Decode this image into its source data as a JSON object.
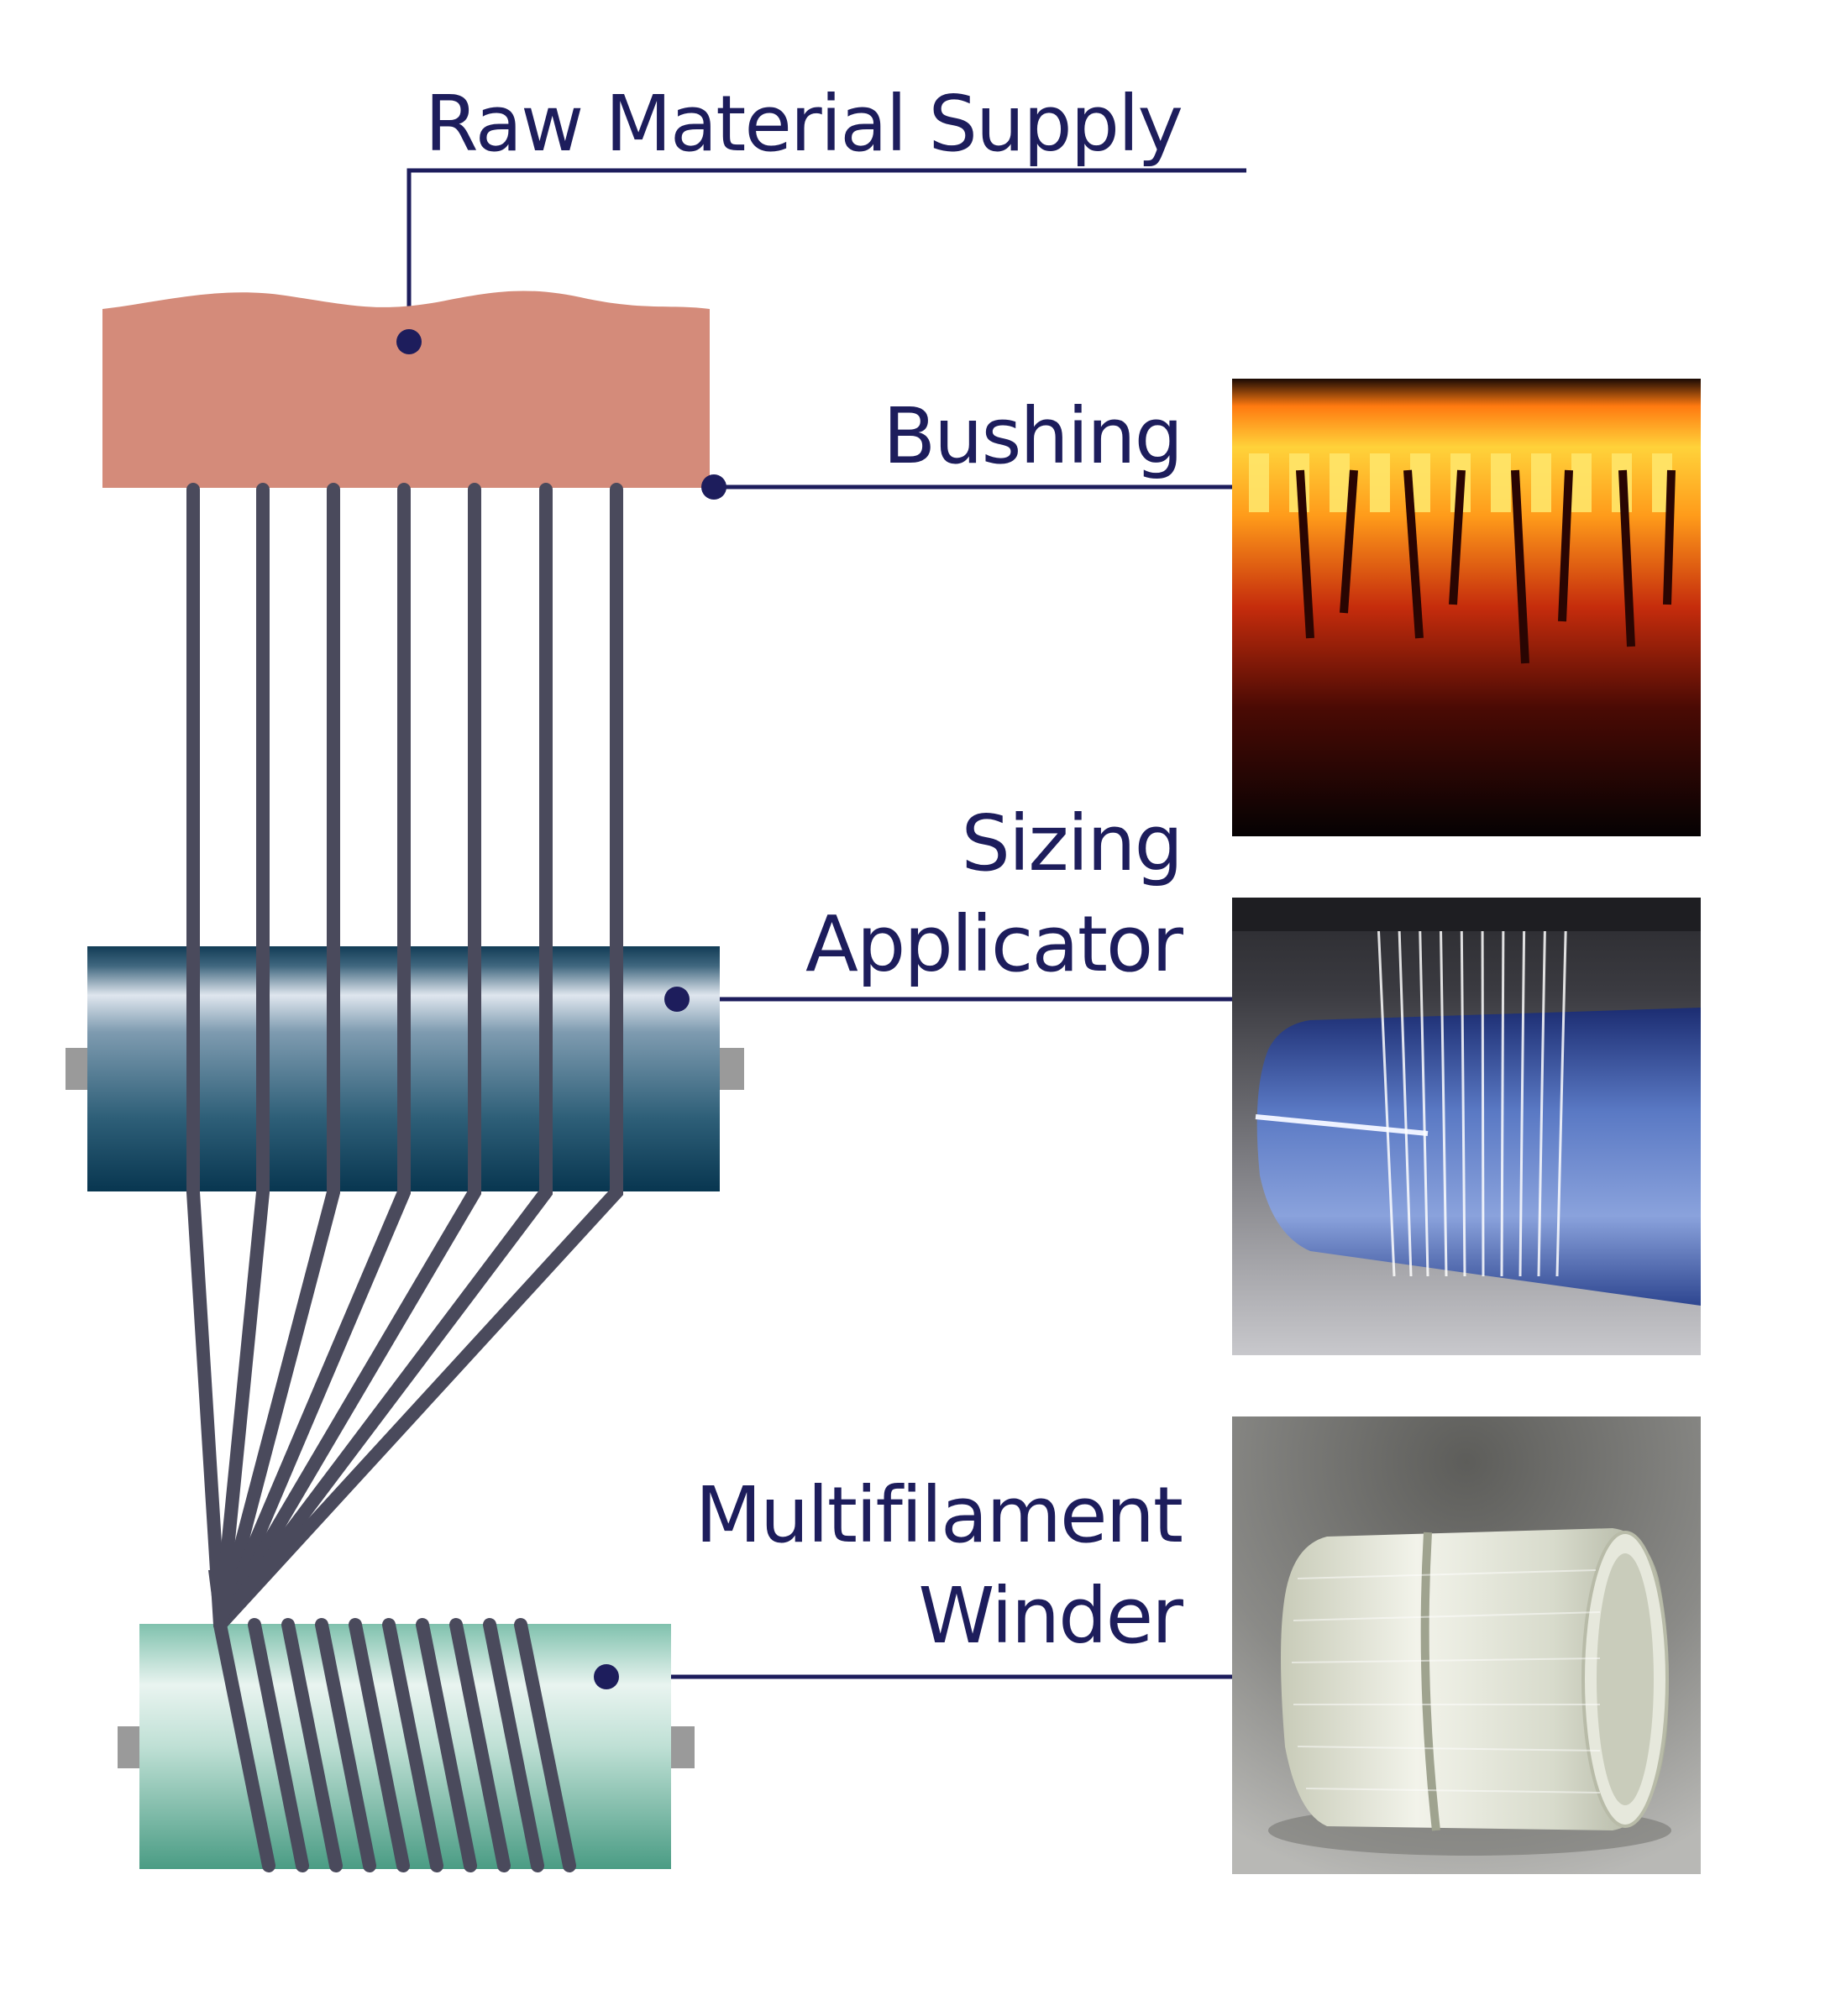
{
  "labels": {
    "raw_material_supply": "Raw Material Supply",
    "bushing": "Bushing",
    "sizing_applicator_line1": "Sizing",
    "sizing_applicator_line2": "Applicator",
    "winder_line1": "Multifilament",
    "winder_line2": "Winder"
  },
  "colors": {
    "label_text": "#1d1d5c",
    "leader_line": "#1d1d5c",
    "raw_material": "#d48b7a",
    "filament": "#4a4a5c",
    "applicator_roller": "#0e4560",
    "winder_roller": "#4fa68c",
    "axle": "#9a9a9a"
  },
  "photos": {
    "bushing": "bushing-photo",
    "applicator": "sizing-applicator-photo",
    "winder": "multifilament-spool-photo"
  }
}
